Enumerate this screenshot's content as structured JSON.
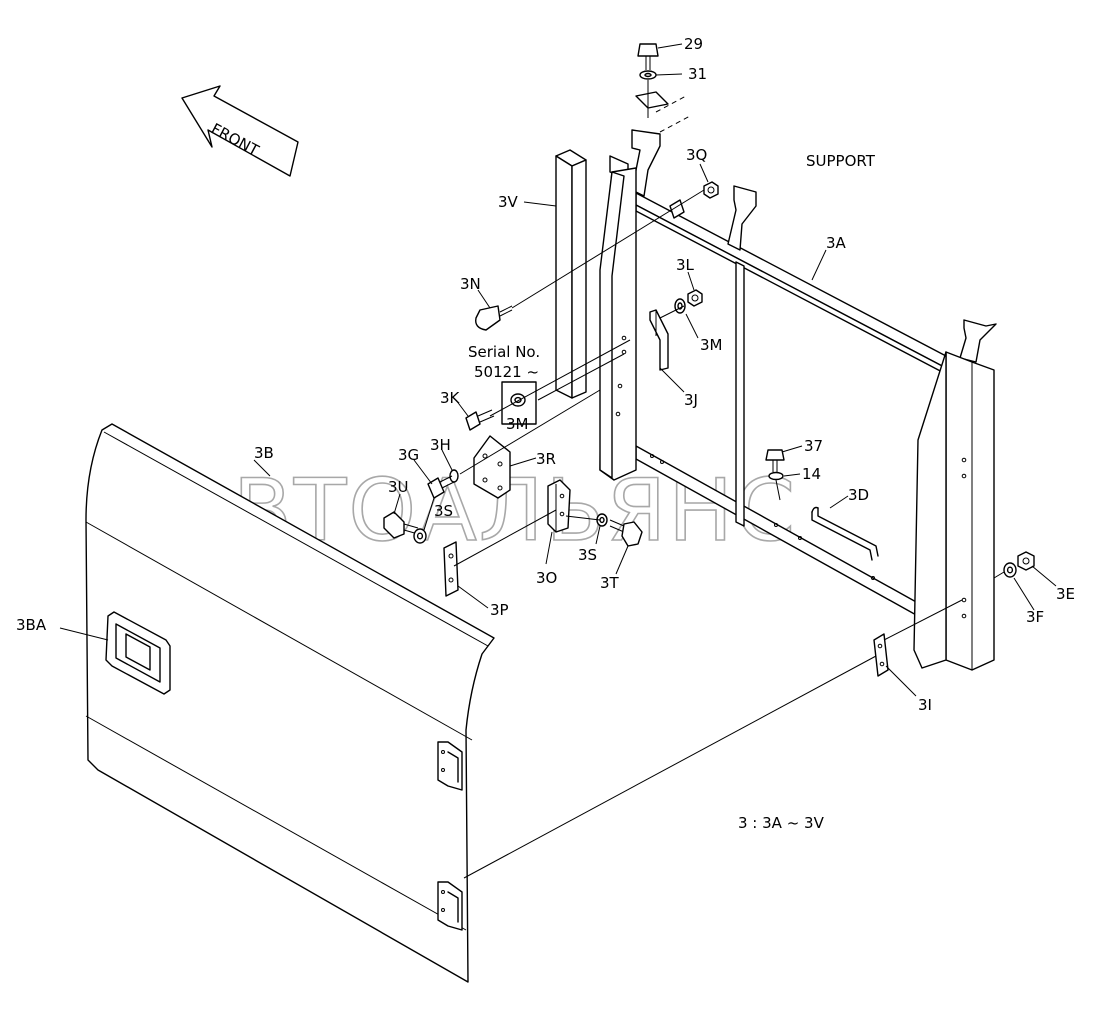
{
  "labels": {
    "support": "SUPPORT",
    "front": "FRONT",
    "serial_line1": "Serial No.",
    "serial_line2": "50121 ~",
    "range_note": "3 : 3A ~ 3V",
    "watermark": "АВТОАЛЬЯНС"
  },
  "parts": [
    {
      "id": "29"
    },
    {
      "id": "31"
    },
    {
      "id": "3Q"
    },
    {
      "id": "3V"
    },
    {
      "id": "3A"
    },
    {
      "id": "3N"
    },
    {
      "id": "3L"
    },
    {
      "id": "3M"
    },
    {
      "id": "3M"
    },
    {
      "id": "3J"
    },
    {
      "id": "3K"
    },
    {
      "id": "3H"
    },
    {
      "id": "3G"
    },
    {
      "id": "3R"
    },
    {
      "id": "3B"
    },
    {
      "id": "3U"
    },
    {
      "id": "3S"
    },
    {
      "id": "3S"
    },
    {
      "id": "3T"
    },
    {
      "id": "3O"
    },
    {
      "id": "3P"
    },
    {
      "id": "37"
    },
    {
      "id": "14"
    },
    {
      "id": "3D"
    },
    {
      "id": "3E"
    },
    {
      "id": "3F"
    },
    {
      "id": "3BA"
    },
    {
      "id": "3I"
    }
  ]
}
